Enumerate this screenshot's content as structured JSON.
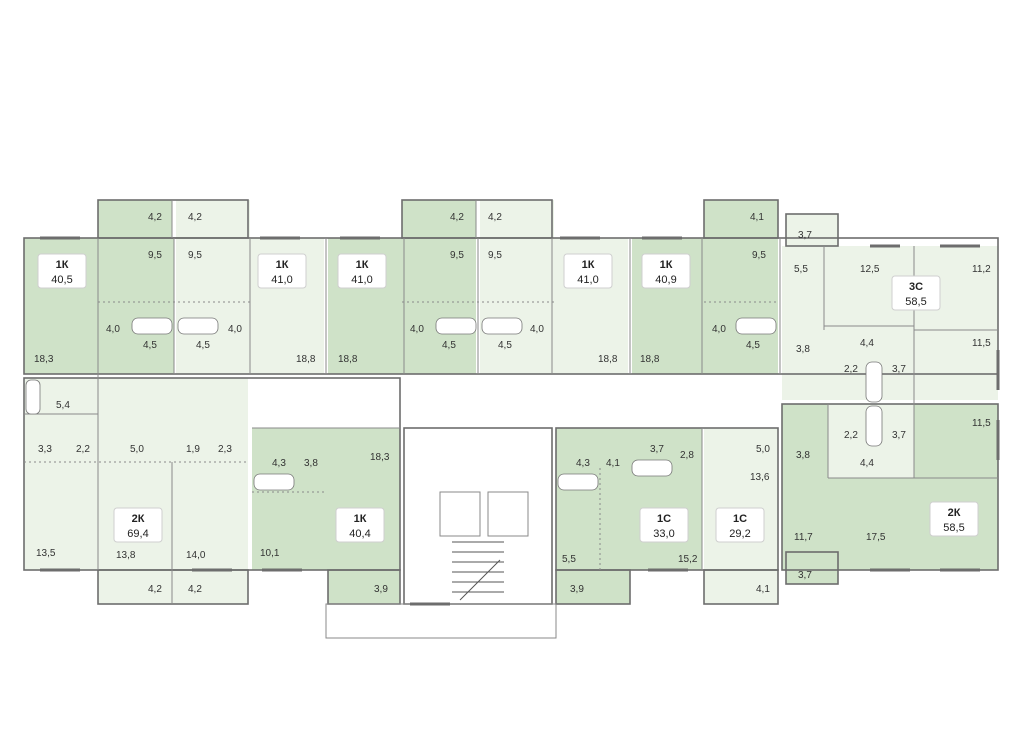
{
  "apartments": [
    {
      "id": "a1",
      "type": "1К",
      "area": "40,5"
    },
    {
      "id": "a2",
      "type": "1К",
      "area": "41,0"
    },
    {
      "id": "a3",
      "type": "1К",
      "area": "41,0"
    },
    {
      "id": "a4",
      "type": "1К",
      "area": "41,0"
    },
    {
      "id": "a5",
      "type": "1К",
      "area": "40,9"
    },
    {
      "id": "a6",
      "type": "3С",
      "area": "58,5"
    },
    {
      "id": "a7",
      "type": "2К",
      "area": "69,4"
    },
    {
      "id": "a8",
      "type": "1К",
      "area": "40,4"
    },
    {
      "id": "a9",
      "type": "1С",
      "area": "33,0"
    },
    {
      "id": "a10",
      "type": "1С",
      "area": "29,2"
    },
    {
      "id": "a11",
      "type": "2К",
      "area": "58,5"
    }
  ],
  "room_areas": [
    "4,2",
    "4,2",
    "4,2",
    "4,2",
    "4,1",
    "3,7",
    "9,5",
    "9,5",
    "9,5",
    "9,5",
    "9,5",
    "5,5",
    "12,5",
    "11,2",
    "4,0",
    "4,5",
    "4,5",
    "4,0",
    "4,0",
    "4,5",
    "4,5",
    "4,0",
    "4,0",
    "4,5",
    "18,3",
    "18,8",
    "18,8",
    "18,8",
    "18,8",
    "3,8",
    "4,4",
    "11,5",
    "2,2",
    "3,7",
    "2,2",
    "3,7",
    "11,5",
    "4,4",
    "3,8",
    "5,4",
    "3,3",
    "2,2",
    "5,0",
    "1,9",
    "2,3",
    "4,3",
    "3,8",
    "18,3",
    "4,3",
    "4,1",
    "3,7",
    "2,8",
    "5,0",
    "13,6",
    "13,5",
    "13,8",
    "14,0",
    "10,1",
    "5,5",
    "15,2",
    "11,7",
    "17,5",
    "4,2",
    "4,2",
    "3,9",
    "3,9",
    "4,1",
    "3,7"
  ]
}
